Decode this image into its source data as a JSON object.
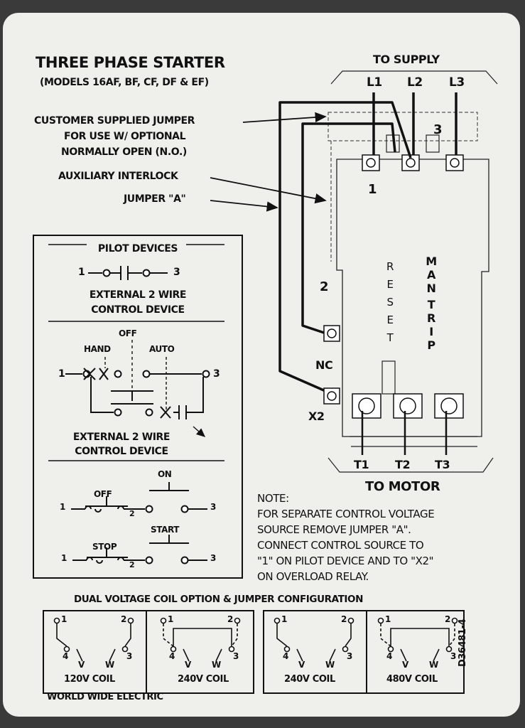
{
  "title": "THREE PHASE STARTER",
  "subtitle": "(MODELS 16AF, BF, CF, DF & EF)",
  "to_supply": "TO SUPPLY",
  "to_motor": "TO MOTOR",
  "lines": [
    "L1",
    "L2",
    "L3"
  ],
  "motor_terms": [
    "T1",
    "T2",
    "T3"
  ],
  "callouts": {
    "jumper1": "CUSTOMER SUPPLIED JUMPER",
    "jumper2": "FOR USE W/ OPTIONAL",
    "jumper3": "NORMALLY OPEN (N.O.)",
    "aux": "AUXILIARY INTERLOCK",
    "jumper_a": "JUMPER \"A\""
  },
  "terminals": {
    "one": "1",
    "two": "2",
    "three": "3",
    "nc": "NC",
    "x2": "X2"
  },
  "reset": "RESET",
  "man_trip": "MAN TRIP",
  "pilot": {
    "header": "PILOT DEVICES",
    "dev1_label1": "EXTERNAL 2 WIRE",
    "dev1_label2": "CONTROL DEVICE",
    "hand": "HAND",
    "off": "OFF",
    "auto": "AUTO",
    "dev2_label1": "EXTERNAL 2 WIRE",
    "dev2_label2": "CONTROL DEVICE",
    "on": "ON",
    "off2": "OFF",
    "start": "START",
    "stop": "STOP",
    "n1": "1",
    "n2": "2",
    "n3": "3"
  },
  "note": {
    "head": "NOTE:",
    "l1": "FOR SEPARATE CONTROL VOLTAGE",
    "l2": "SOURCE REMOVE JUMPER \"A\".",
    "l3": "CONNECT CONTROL SOURCE TO",
    "l4": "\"1\" ON PILOT DEVICE AND TO \"X2\"",
    "l5": "ON OVERLOAD RELAY."
  },
  "dual": {
    "header": "DUAL VOLTAGE COIL OPTION & JUMPER CONFIGURATION",
    "coils": [
      "120V COIL",
      "240V COIL",
      "240V COIL",
      "480V COIL"
    ],
    "v": "V",
    "w": "W",
    "n1": "1",
    "n2": "2",
    "n3": "3",
    "n4": "4"
  },
  "part_number": "D36481-4",
  "maker": "WORLD WIDE ELECTRIC"
}
